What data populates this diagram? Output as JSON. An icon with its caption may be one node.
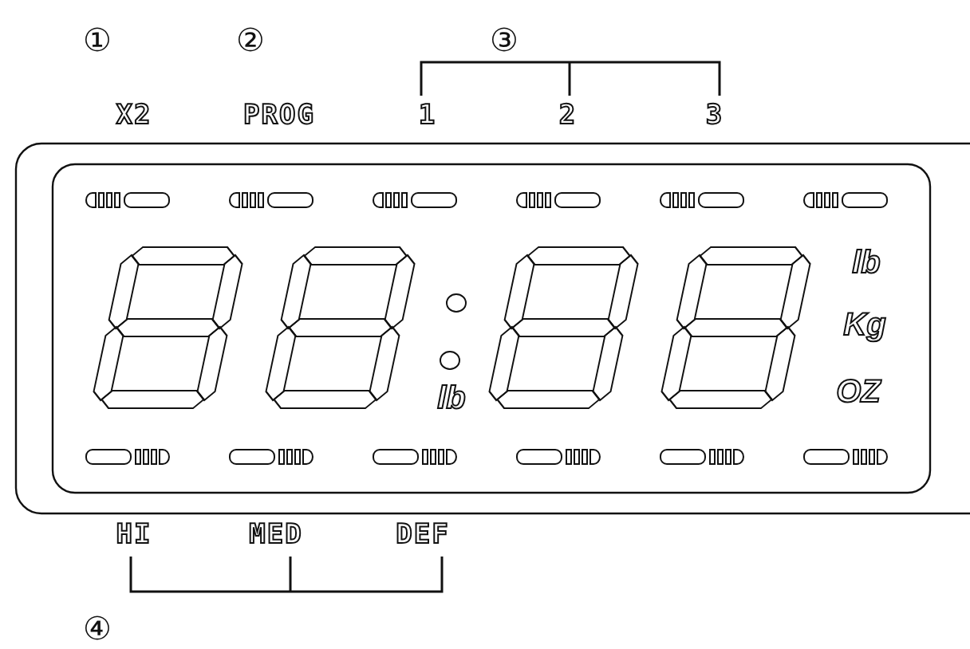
{
  "diagram": {
    "labels": [
      "①",
      "②",
      "③",
      "X2",
      "PROG",
      "1",
      "2",
      "3",
      "lb",
      "Kg",
      "lb",
      "OZ",
      "HI",
      "MED",
      "DEF",
      "④"
    ]
  }
}
